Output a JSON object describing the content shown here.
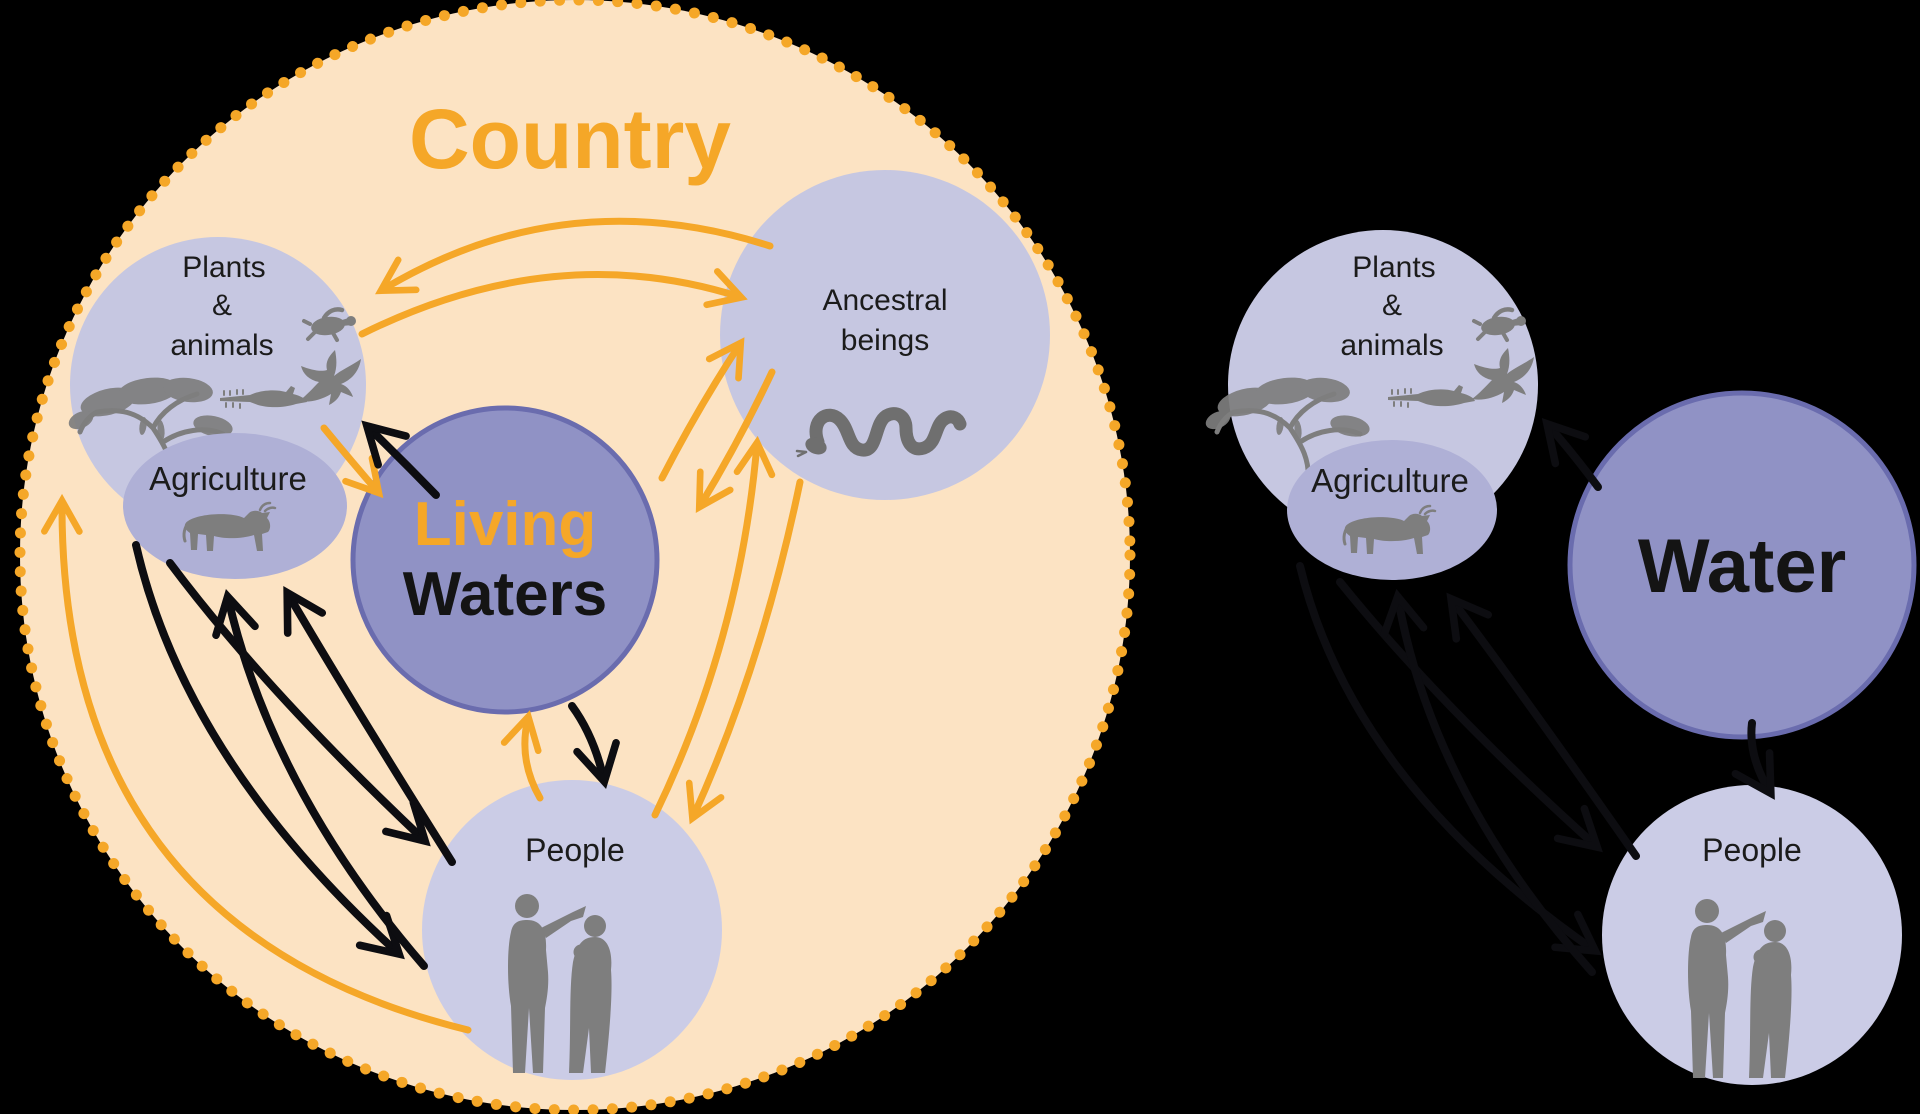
{
  "left": {
    "title": "Country",
    "nodes": {
      "plants_animals": {
        "line1": "Plants",
        "line2": "&",
        "line3": "animals"
      },
      "agriculture": {
        "label": "Agriculture"
      },
      "living_waters": {
        "word1": "Living",
        "word2": "Waters"
      },
      "ancestral_beings": {
        "line1": "Ancestral",
        "line2": "beings"
      },
      "people": {
        "label": "People"
      }
    }
  },
  "right": {
    "nodes": {
      "plants_animals": {
        "line1": "Plants",
        "line2": "&",
        "line3": "animals"
      },
      "agriculture": {
        "label": "Agriculture"
      },
      "water": {
        "label": "Water"
      },
      "people": {
        "label": "People"
      }
    }
  },
  "icons": [
    "tree-icon",
    "turtle-icon",
    "eagle-icon",
    "sawfish-icon",
    "cow-icon",
    "snake-icon",
    "people-silhouette-icon"
  ],
  "colors": {
    "background": "#000000",
    "country_fill": "#FCE3C3",
    "orange": "#F5A728",
    "node_fill": "#C6C7E1",
    "people_fill": "#CBCCE6",
    "agriculture_fill": "#AFB0D6",
    "water_fill": "#9092C5",
    "water_stroke": "#6A6CAE",
    "black_arrow": "#0D0D11",
    "silhouette_gray": "#7E7E7E",
    "text": "#1B1B1B"
  }
}
